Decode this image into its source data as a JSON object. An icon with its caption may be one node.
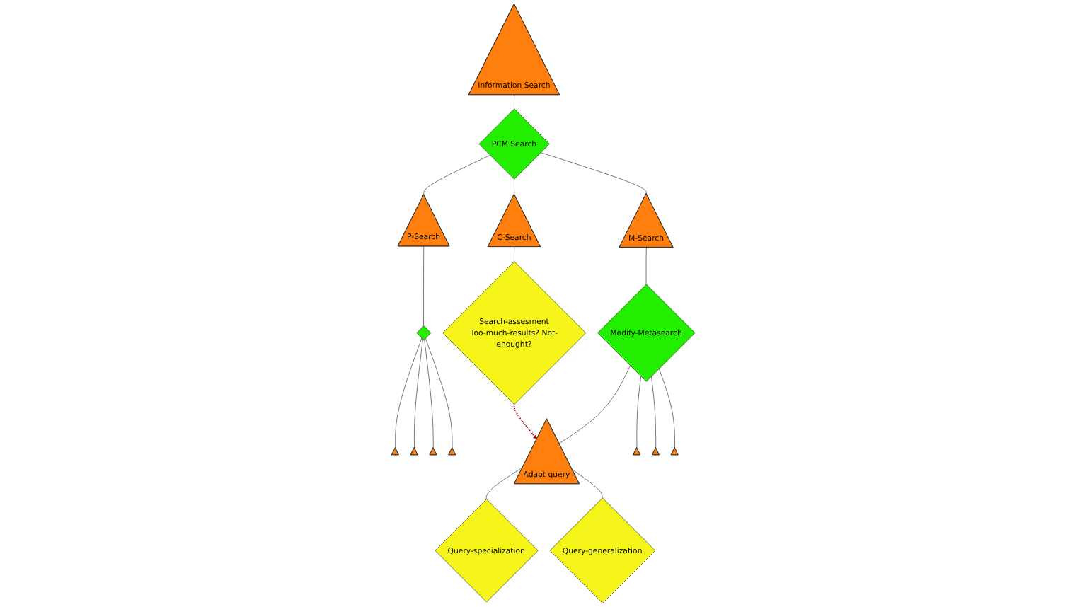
{
  "diagram": {
    "nodes": [
      {
        "text": [
          "Information Search"
        ]
      },
      {
        "text": [
          "PCM Search"
        ]
      },
      {
        "text": [
          "P-Search"
        ]
      },
      {
        "text": [
          "C-Search"
        ]
      },
      {
        "text": [
          "M-Search"
        ]
      },
      {
        "text": [],
        "shape": "diamond"
      },
      {
        "text": [
          "Search-assesment",
          "Too-much-results? Not-enought?"
        ]
      },
      {
        "text": [
          "Modify-Metasearch"
        ]
      },
      {
        "text": [],
        "shape": "triangle"
      },
      {
        "text": [],
        "shape": "triangle"
      },
      {
        "text": [],
        "shape": "triangle"
      },
      {
        "text": [],
        "shape": "triangle"
      },
      {
        "text": [
          "Adapt query"
        ]
      },
      {
        "text": [],
        "shape": "triangle"
      },
      {
        "text": [],
        "shape": "triangle"
      },
      {
        "text": [],
        "shape": "triangle"
      },
      {
        "text": [
          "Query-specialization"
        ]
      },
      {
        "text": [
          "Query-generalization"
        ]
      }
    ],
    "edges": [
      {
        "from": 0,
        "to": 1,
        "arrow": "none"
      },
      {
        "from": 1,
        "to": 2,
        "arrow": "none"
      },
      {
        "from": 1,
        "to": 3,
        "arrow": "none"
      },
      {
        "from": 1,
        "to": 4,
        "arrow": "none"
      },
      {
        "from": 2,
        "to": 5,
        "arrow": "none"
      },
      {
        "from": 3,
        "to": 6,
        "arrow": "none"
      },
      {
        "from": 4,
        "to": 7,
        "arrow": "none"
      },
      {
        "from": 5,
        "to": 8,
        "arrow": "none"
      },
      {
        "from": 5,
        "to": 9,
        "arrow": "none"
      },
      {
        "from": 5,
        "to": 10,
        "arrow": "none"
      },
      {
        "from": 5,
        "to": 11,
        "arrow": "none"
      },
      {
        "from": 7,
        "to": 12,
        "arrow": "none"
      },
      {
        "from": 7,
        "to": 13,
        "arrow": "none"
      },
      {
        "from": 7,
        "to": 14,
        "arrow": "none"
      },
      {
        "from": 7,
        "to": 15,
        "arrow": "none"
      },
      {
        "from": 6,
        "to": 12,
        "arrow": "to",
        "style": "dashed",
        "color": "#a01010"
      },
      {
        "from": 12,
        "to": 16,
        "arrow": "none"
      },
      {
        "from": 12,
        "to": 17,
        "arrow": "none"
      }
    ]
  }
}
